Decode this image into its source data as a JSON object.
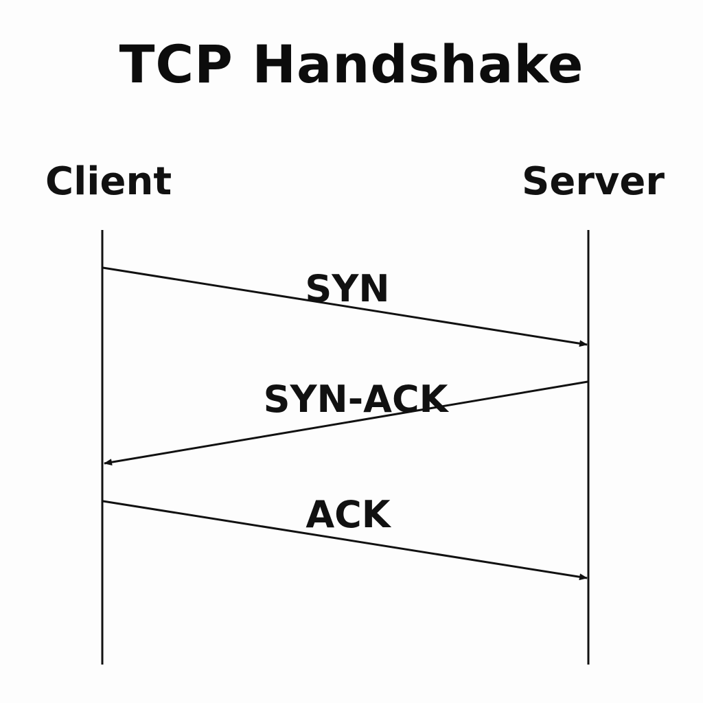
{
  "title": "TCP Handshake",
  "participants": {
    "client": "Client",
    "server": "Server"
  },
  "messages": [
    {
      "label": "SYN",
      "from": "client",
      "to": "server"
    },
    {
      "label": "SYN-ACK",
      "from": "server",
      "to": "client"
    },
    {
      "label": "ACK",
      "from": "client",
      "to": "server"
    }
  ],
  "colors": {
    "ink": "#111111",
    "background": "#fdfdfd"
  }
}
